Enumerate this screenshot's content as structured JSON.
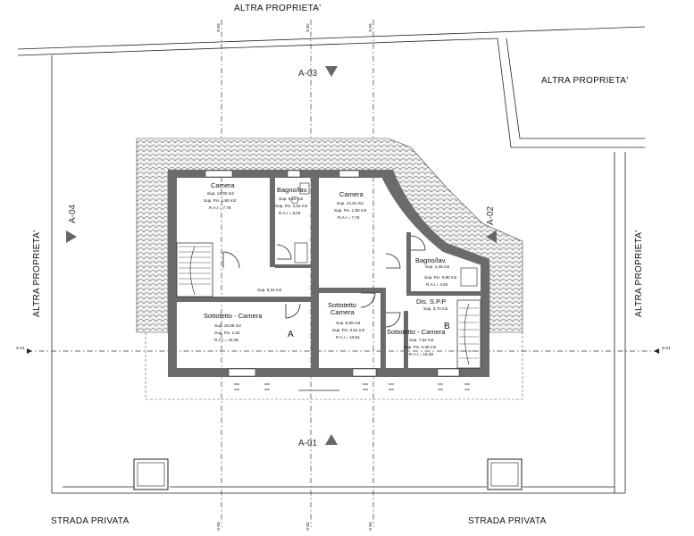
{
  "labels": {
    "top": "ALTRA PROPRIETA'",
    "right_top": "ALTRA PROPRIETA'",
    "left": "ALTRA PROPRIETA'",
    "right": "ALTRA PROPRIETA'",
    "bottom_left": "STRADA PRIVATA",
    "bottom_right": "STRADA PRIVATA"
  },
  "sections": {
    "a01": "A-01",
    "a02": "A-02",
    "a03": "A-03",
    "a04": "A-04",
    "s01": "S-01",
    "s02": "S-02",
    "s03": "S-03",
    "s04": "S-04"
  },
  "rooms": {
    "camera1": {
      "name": "Camera",
      "l1": "Sup. 14,00 m2",
      "l2": "Sup. Fin. 1,80 m2",
      "l3": "R.A.I = 7,78"
    },
    "bagno1": {
      "name": "Bagno/lav.",
      "l1": "Sup. 6,15 m2",
      "l2": "Sup. Fin. 1,02 m2",
      "l3": "R.A.I = 6,03"
    },
    "camera2": {
      "name": "Camera",
      "l1": "Sup. 14,01 m2",
      "l2": "Sup. Fin. 1,80 m2",
      "l3": "R.A.I = 7,78"
    },
    "bagno2": {
      "name": "Bagno/lav.",
      "l1": "Sup. 4,46 m2",
      "l2": "Sup. Fin. 0,90 m2",
      "l3": "R.A.I = 4,92"
    },
    "disimpegno": {
      "l1": "Sup. 5,34 m2"
    },
    "sottotetto1": {
      "name": "Sottotetto - Camera",
      "l1": "Sup. 16,68 m2",
      "l2": "Sup. Fin. 1,02",
      "l3": "R.A.I = 16,35"
    },
    "sottotetto2": {
      "name": "Sottotetto",
      "name2": "Camera",
      "l1": "Sup. 9,95 m2",
      "l2": "Sup. Fin. 0,51 m2",
      "l3": "R.A.I = 19,51"
    },
    "sottotetto3": {
      "name": "Sottotetto - Camera",
      "l1": "Sup. 7,82 m2",
      "l2": "Sup. Fin. 0,48 m2",
      "l3": "R.A.I = 16,29"
    },
    "dis_spp": {
      "name": "Dis. S.P.P",
      "l1": "Sup. 3,70 m2"
    }
  },
  "marks": {
    "a": "A",
    "b": "B"
  }
}
